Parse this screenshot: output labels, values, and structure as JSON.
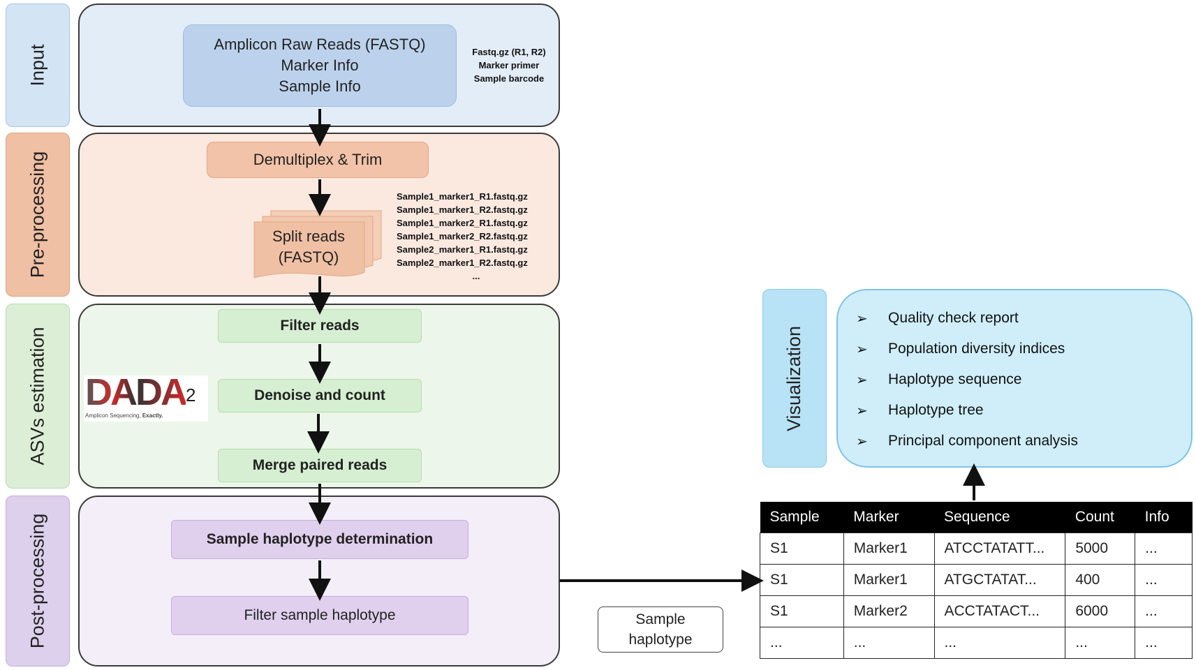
{
  "stages": {
    "input": "Input",
    "preprocessing": "Pre-processing",
    "asv": "ASVs estimation",
    "postprocessing": "Post-processing",
    "visualization": "Visualization"
  },
  "input_box": [
    "Amplicon Raw Reads (FASTQ)",
    "Marker Info",
    "Sample Info"
  ],
  "input_note": [
    "Fastq.gz (R1, R2)",
    "Marker primer",
    "Sample barcode"
  ],
  "demux": "Demultiplex & Trim",
  "split": [
    "Split reads",
    "(FASTQ)"
  ],
  "split_files": [
    "Sample1_marker1_R1.fastq.gz",
    "Sample1_marker1_R2.fastq.gz",
    "Sample1_marker2_R1.fastq.gz",
    "Sample1_marker2_R2.fastq.gz",
    "Sample2_marker1_R1.fastq.gz",
    "Sample2_marker1_R2.fastq.gz",
    "..."
  ],
  "filter_reads": "Filter reads",
  "denoise": "Denoise and count",
  "merge": "Merge paired reads",
  "logo": {
    "main": "DADA",
    "sup": "2",
    "tagline_a": "Amplicon Sequencing,",
    "tagline_b": "Exactly."
  },
  "haplotype_determination": "Sample haplotype determination",
  "filter_haplotype": "Filter sample haplotype",
  "sample_haplotype_label": [
    "Sample",
    "haplotype"
  ],
  "table": {
    "headers": [
      "Sample",
      "Marker",
      "Sequence",
      "Count",
      "Info"
    ],
    "rows": [
      [
        "S1",
        "Marker1",
        "ATCCTATATT...",
        "5000",
        "..."
      ],
      [
        "S1",
        "Marker1",
        "ATGCTATAT...",
        "400",
        "..."
      ],
      [
        "S1",
        "Marker2",
        "ACCTATACT...",
        "6000",
        "..."
      ],
      [
        "...",
        "...",
        "...",
        "...",
        "..."
      ]
    ]
  },
  "visualization_items": [
    "Quality check report",
    "Population diversity indices",
    "Haplotype sequence",
    "Haplotype tree",
    "Principal component analysis"
  ],
  "bullet_glyph": "➢",
  "colors": {
    "input_fill": "#e3edf7",
    "input_box": "#bcd2ec",
    "input_label": "#d3e4f5",
    "pre_fill": "#fbe9e0",
    "pre_box": "#f2c3a8",
    "pre_label": "#f0c0a4",
    "asv_fill": "#edf6ea",
    "asv_box": "#d6efd2",
    "asv_label": "#dcefd6",
    "post_fill": "#f3eef8",
    "post_box": "#e0d0ee",
    "post_label": "#ddd0ec",
    "vis_fill": "#cfeefa",
    "vis_label": "#b8e2f5"
  }
}
